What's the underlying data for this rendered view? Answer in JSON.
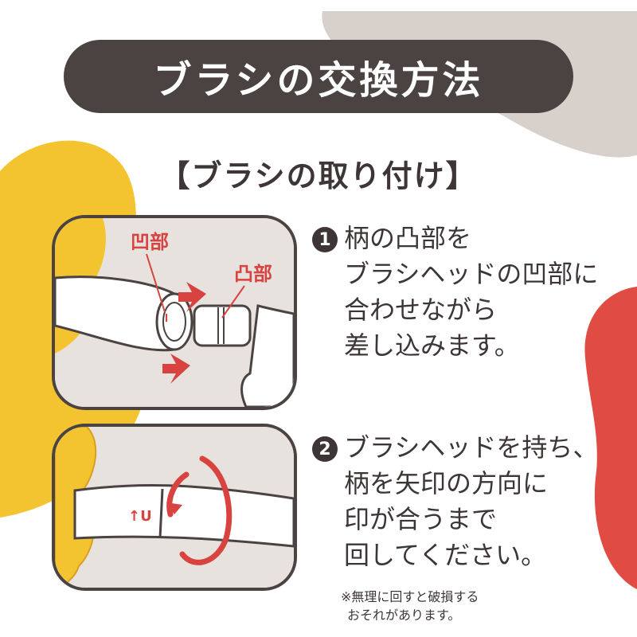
{
  "title": "ブラシの交換方法",
  "subtitle": "【ブラシの取り付け】",
  "labels": {
    "recess": "凹部",
    "protrusion": "凸部",
    "mark": "↑U"
  },
  "steps": [
    {
      "number": "1",
      "lines": [
        "柄の凸部を",
        "ブラシヘッドの凹部に",
        "合わせながら",
        "差し込みます。"
      ]
    },
    {
      "number": "2",
      "lines": [
        "ブラシヘッドを持ち、",
        "柄を矢印の方向に",
        "印が合うまで",
        "回してください。"
      ]
    }
  ],
  "note": [
    "※無理に回すと破損する",
    "おそれがあります。"
  ],
  "colors": {
    "dark": "#4a4342",
    "accent_red": "#d8423f",
    "yellow": "#f4c430",
    "taupe": "#d8d0cb",
    "blob_red": "#e04c44"
  }
}
